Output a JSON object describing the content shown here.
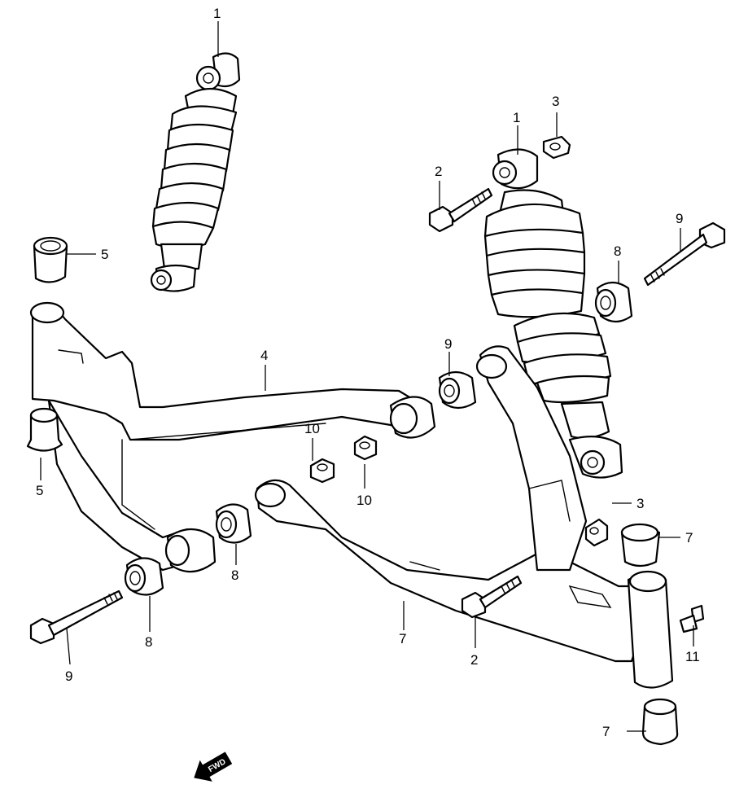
{
  "diagram": {
    "direction_label": "FWD",
    "callouts": [
      {
        "id": "c1a",
        "text": "1"
      },
      {
        "id": "c1b",
        "text": "1"
      },
      {
        "id": "c2a",
        "text": "2"
      },
      {
        "id": "c2b",
        "text": "2"
      },
      {
        "id": "c3a",
        "text": "3"
      },
      {
        "id": "c3b",
        "text": "3"
      },
      {
        "id": "c4",
        "text": "4"
      },
      {
        "id": "c5a",
        "text": "5"
      },
      {
        "id": "c5b",
        "text": "5"
      },
      {
        "id": "c7a",
        "text": "7"
      },
      {
        "id": "c7b",
        "text": "7"
      },
      {
        "id": "c7c",
        "text": "7"
      },
      {
        "id": "c8a",
        "text": "8"
      },
      {
        "id": "c8b",
        "text": "8"
      },
      {
        "id": "c8c",
        "text": "8"
      },
      {
        "id": "c9a",
        "text": "9"
      },
      {
        "id": "c9b",
        "text": "9"
      },
      {
        "id": "c9c",
        "text": "9"
      },
      {
        "id": "c10a",
        "text": "10"
      },
      {
        "id": "c10b",
        "text": "10"
      },
      {
        "id": "c11",
        "text": "11"
      }
    ]
  }
}
